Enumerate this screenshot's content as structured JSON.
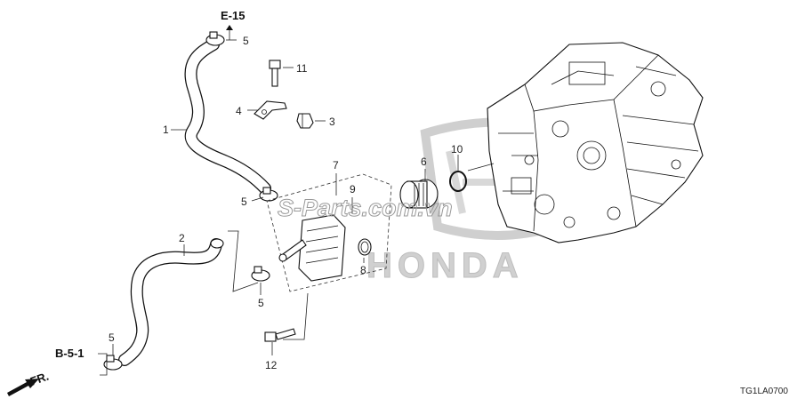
{
  "reference_labels": {
    "top": "E-15",
    "bottom_left": "B-5-1"
  },
  "front_indicator": "FR.",
  "watermark": "S-Parts.com.vn",
  "brand": "HONDA",
  "diagram_code": "TG1LA0700",
  "callouts": {
    "hose_upper": "1",
    "hose_lower": "2",
    "clip": "3",
    "stay": "4",
    "clamp_top": "5",
    "clamp_mid": "5",
    "clamp_low": "5",
    "clamp_bottom": "5",
    "filter": "6",
    "cooler_assy": "7",
    "o_ring_small": "8",
    "gasket": "9",
    "o_ring": "10",
    "bolt_top": "11",
    "bolt_bottom": "12"
  },
  "colors": {
    "line": "#111111",
    "watermark": "#9a9a9a",
    "logo": "#c8c8c8"
  }
}
